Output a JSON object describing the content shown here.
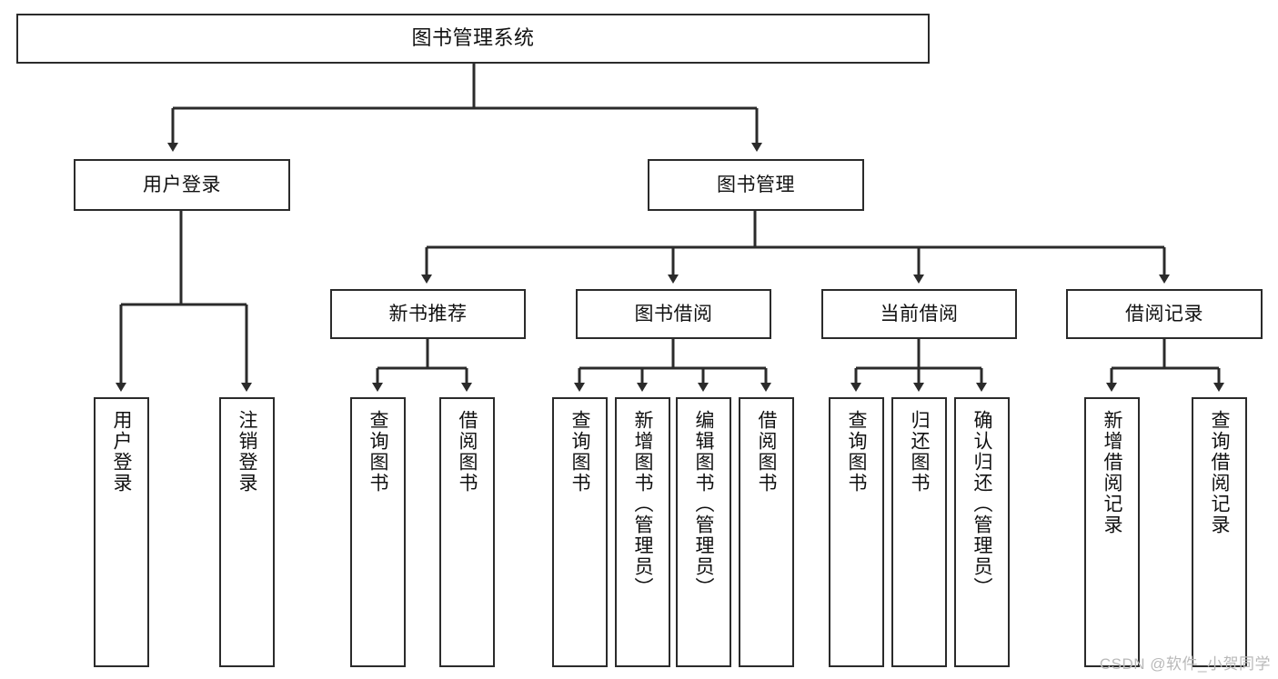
{
  "diagram": {
    "title": "图书管理系统",
    "root": {
      "label": "图书管理系统"
    },
    "level2": [
      {
        "label": "用户登录"
      },
      {
        "label": "图书管理"
      }
    ],
    "level3": [
      {
        "label": "新书推荐"
      },
      {
        "label": "图书借阅"
      },
      {
        "label": "当前借阅"
      },
      {
        "label": "借阅记录"
      }
    ],
    "leaves": {
      "user_login": [
        {
          "label": "用户登录"
        },
        {
          "label": "注销登录"
        }
      ],
      "new_book_recommend": [
        {
          "label": "查询图书"
        },
        {
          "label": "借阅图书"
        }
      ],
      "book_borrow": [
        {
          "label": "查询图书"
        },
        {
          "label": "新增图书（管理员）"
        },
        {
          "label": "编辑图书（管理员）"
        },
        {
          "label": "借阅图书"
        }
      ],
      "current_borrow": [
        {
          "label": "查询图书"
        },
        {
          "label": "归还图书"
        },
        {
          "label": "确认归还（管理员）"
        }
      ],
      "borrow_record": [
        {
          "label": "新增借阅记录"
        },
        {
          "label": "查询借阅记录"
        }
      ]
    },
    "watermark": "CSDN @软件_小贺同学",
    "colors": {
      "stroke": "#2b2b2b",
      "fill": "#ffffff",
      "text": "#111111",
      "watermark": "#b9b9b9"
    }
  }
}
